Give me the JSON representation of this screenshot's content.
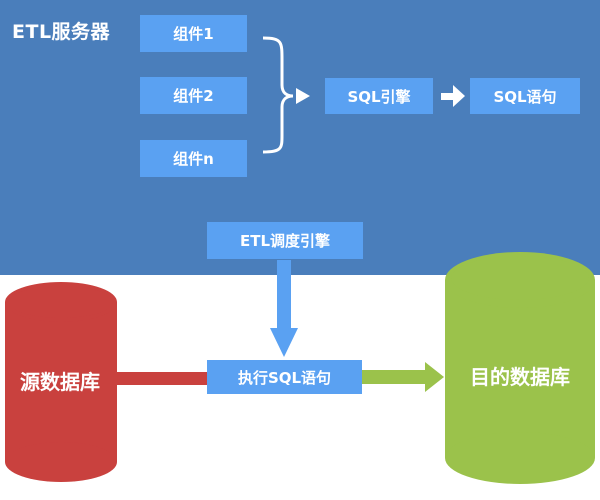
{
  "server": {
    "title": "ETL服务器",
    "components": [
      "组件1",
      "组件2",
      "组件n"
    ],
    "sql_engine": "SQL引擎",
    "sql_statement": "SQL语句"
  },
  "scheduler": {
    "label": "ETL调度引擎"
  },
  "execution": {
    "label": "执行SQL语句"
  },
  "source_db": {
    "label": "源数据库"
  },
  "target_db": {
    "label": "目的数据库"
  },
  "colors": {
    "server_bg": "#4A7EBB",
    "box": "#5AA1F2",
    "source_db": "#C9413E",
    "target_db": "#9BC24B",
    "arrow_light": "#5AA1F2",
    "arrow_white": "#ffffff"
  }
}
